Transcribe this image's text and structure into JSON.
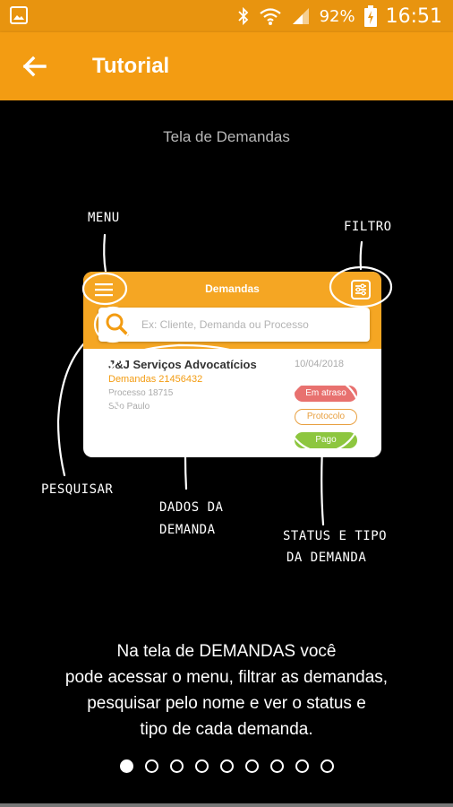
{
  "status_bar": {
    "battery": "92%",
    "time": "16:51",
    "icons": [
      "image-icon",
      "bluetooth-icon",
      "wifi-icon",
      "signal-icon",
      "battery-icon"
    ]
  },
  "app_bar": {
    "title": "Tutorial",
    "back_icon": "arrow-back-icon"
  },
  "tutorial": {
    "screen_title": "Tela de Demandas",
    "annotations": {
      "menu": "MENU",
      "filter": "FILTRO",
      "search": "PESQUISAR",
      "data_line1": "DADOS DA",
      "data_line2": "DEMANDA",
      "status_line1": "STATUS E TIPO",
      "status_line2": "DA DEMANDA"
    },
    "mockup": {
      "title": "Demandas",
      "search_placeholder": "Ex: Cliente, Demanda ou Processo",
      "company": "J&J Serviços Advocatícios",
      "demand": "Demandas 21456432",
      "process": "Processo 18715",
      "city": "São Paulo",
      "date": "10/04/2018",
      "status_late": "Em atraso",
      "status_protocol": "Protocolo",
      "status_paid": "Pago"
    },
    "description_lines": [
      "Na tela de DEMANDAS você",
      "pode acessar o menu, filtrar as demandas,",
      "pesquisar pelo nome e ver o status e",
      "tipo de cada demanda."
    ],
    "page_count": 9,
    "current_page": 1
  },
  "colors": {
    "accent": "#F39C12",
    "status_bar": "#E8940F",
    "late": "#E8716F",
    "paid": "#8DC63F"
  }
}
